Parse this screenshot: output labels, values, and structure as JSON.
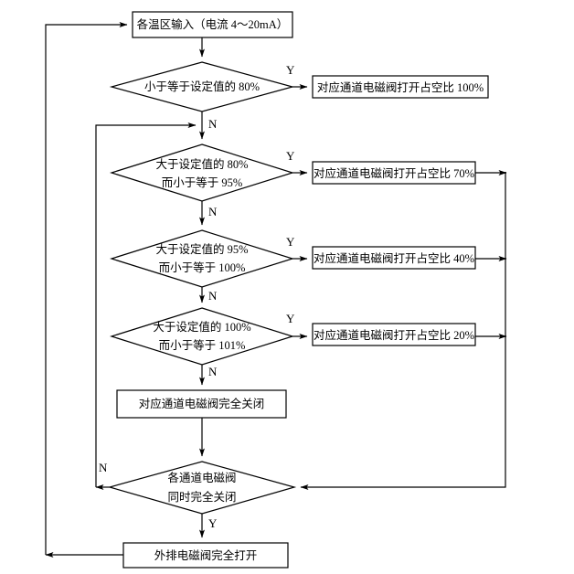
{
  "diagram": {
    "type": "flowchart",
    "title_box": {
      "id": "input-box",
      "label": "各温区输入（电流 4～20mA）"
    },
    "decisions": [
      {
        "id": "decision-80",
        "lines": [
          "小于等于设定值的 80%"
        ],
        "yes_label": "Y",
        "no_label": "N"
      },
      {
        "id": "decision-80-95",
        "lines": [
          "大于设定值的 80%",
          "而小于等于 95%"
        ],
        "yes_label": "Y",
        "no_label": "N"
      },
      {
        "id": "decision-95-100",
        "lines": [
          "大于设定值的 95%",
          "而小于等于 100%"
        ],
        "yes_label": "Y",
        "no_label": "N"
      },
      {
        "id": "decision-100-101",
        "lines": [
          "大于设定值的 100%",
          "而小于等于 101%"
        ],
        "yes_label": "Y",
        "no_label": "N"
      },
      {
        "id": "decision-all-closed",
        "lines": [
          "各通道电磁阀",
          "同时完全关闭"
        ],
        "yes_label": "Y",
        "no_label": "N"
      }
    ],
    "outputs": [
      {
        "id": "duty-100",
        "label": "对应通道电磁阀打开占空比 100%"
      },
      {
        "id": "duty-70",
        "label": "对应通道电磁阀打开占空比 70%"
      },
      {
        "id": "duty-40",
        "label": "对应通道电磁阀打开占空比 40%"
      },
      {
        "id": "duty-20",
        "label": "对应通道电磁阀打开占空比 20%"
      }
    ],
    "process_boxes": [
      {
        "id": "valve-close",
        "label": "对应通道电磁阀完全关闭"
      },
      {
        "id": "exhaust-open",
        "label": "外排电磁阀完全打开"
      }
    ],
    "edge_labels": {
      "y1": "Y",
      "n1": "N",
      "y2": "Y",
      "n2": "N",
      "y3": "Y",
      "n3": "N",
      "y4": "Y",
      "n4": "N",
      "n5": "N",
      "y5": "Y"
    },
    "colors": {
      "stroke": "#000000",
      "fill": "#ffffff",
      "text": "#000000"
    }
  }
}
